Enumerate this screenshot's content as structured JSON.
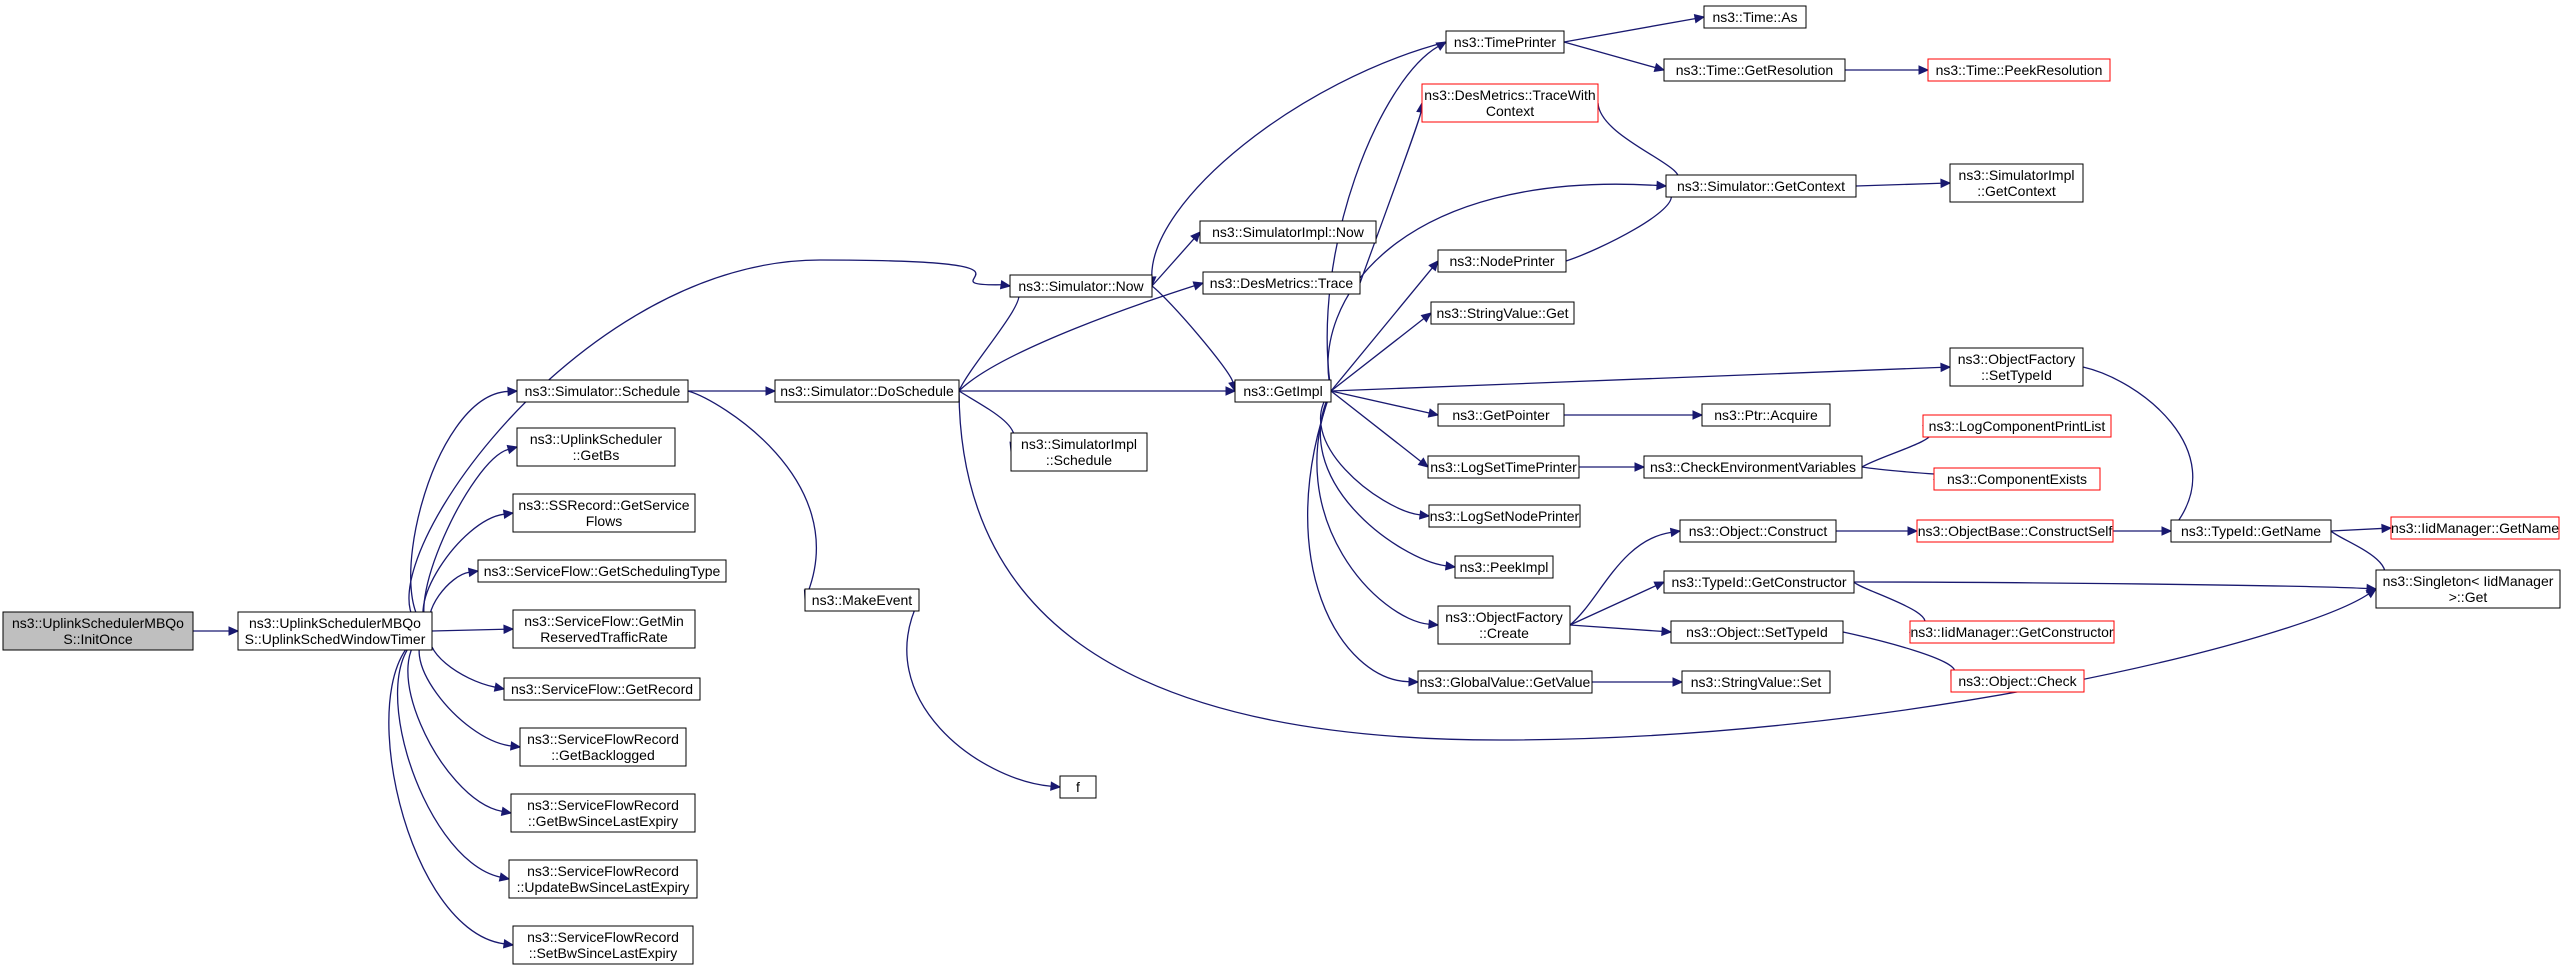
{
  "nodes": [
    {
      "id": "root",
      "lines": [
        "ns3::UplinkSchedulerMBQo",
        "S::InitOnce"
      ],
      "style": "root"
    },
    {
      "id": "timer",
      "lines": [
        "ns3::UplinkSchedulerMBQo",
        "S::UplinkSchedWindowTimer"
      ],
      "style": "normal"
    },
    {
      "id": "sched",
      "lines": [
        "ns3::Simulator::Schedule"
      ],
      "style": "normal"
    },
    {
      "id": "getbs",
      "lines": [
        "ns3::UplinkScheduler",
        "::GetBs"
      ],
      "style": "normal"
    },
    {
      "id": "ssrec",
      "lines": [
        "ns3::SSRecord::GetService",
        "Flows"
      ],
      "style": "normal"
    },
    {
      "id": "sftype",
      "lines": [
        "ns3::ServiceFlow::GetSchedulingType"
      ],
      "style": "normal"
    },
    {
      "id": "sfmin",
      "lines": [
        "ns3::ServiceFlow::GetMin",
        "ReservedTrafficRate"
      ],
      "style": "normal"
    },
    {
      "id": "sfrec",
      "lines": [
        "ns3::ServiceFlow::GetRecord"
      ],
      "style": "normal"
    },
    {
      "id": "backlog",
      "lines": [
        "ns3::ServiceFlowRecord",
        "::GetBacklogged"
      ],
      "style": "normal"
    },
    {
      "id": "getbw",
      "lines": [
        "ns3::ServiceFlowRecord",
        "::GetBwSinceLastExpiry"
      ],
      "style": "normal"
    },
    {
      "id": "updbw",
      "lines": [
        "ns3::ServiceFlowRecord",
        "::UpdateBwSinceLastExpiry"
      ],
      "style": "normal"
    },
    {
      "id": "setbw",
      "lines": [
        "ns3::ServiceFlowRecord",
        "::SetBwSinceLastExpiry"
      ],
      "style": "normal"
    },
    {
      "id": "dosched",
      "lines": [
        "ns3::Simulator::DoSchedule"
      ],
      "style": "normal"
    },
    {
      "id": "makeevent",
      "lines": [
        "ns3::MakeEvent"
      ],
      "style": "normal"
    },
    {
      "id": "f",
      "lines": [
        "f"
      ],
      "style": "normal"
    },
    {
      "id": "simnow",
      "lines": [
        "ns3::Simulator::Now"
      ],
      "style": "normal"
    },
    {
      "id": "simimplnow",
      "lines": [
        "ns3::SimulatorImpl::Now"
      ],
      "style": "normal"
    },
    {
      "id": "destrace",
      "lines": [
        "ns3::DesMetrics::Trace"
      ],
      "style": "normal"
    },
    {
      "id": "implsched",
      "lines": [
        "ns3::SimulatorImpl",
        "::Schedule"
      ],
      "style": "normal"
    },
    {
      "id": "getimpl",
      "lines": [
        "ns3::GetImpl"
      ],
      "style": "normal"
    },
    {
      "id": "timeprinter",
      "lines": [
        "ns3::TimePrinter"
      ],
      "style": "normal"
    },
    {
      "id": "timeas",
      "lines": [
        "ns3::Time::As"
      ],
      "style": "normal"
    },
    {
      "id": "timeres",
      "lines": [
        "ns3::Time::GetResolution"
      ],
      "style": "normal"
    },
    {
      "id": "peekres",
      "lines": [
        "ns3::Time::PeekResolution"
      ],
      "style": "trunc"
    },
    {
      "id": "tracectx",
      "lines": [
        "ns3::DesMetrics::TraceWith",
        "Context"
      ],
      "style": "trunc"
    },
    {
      "id": "getctx",
      "lines": [
        "ns3::Simulator::GetContext"
      ],
      "style": "normal"
    },
    {
      "id": "implctx",
      "lines": [
        "ns3::SimulatorImpl",
        "::GetContext"
      ],
      "style": "normal"
    },
    {
      "id": "nodeprinter",
      "lines": [
        "ns3::NodePrinter"
      ],
      "style": "normal"
    },
    {
      "id": "strget",
      "lines": [
        "ns3::StringValue::Get"
      ],
      "style": "normal"
    },
    {
      "id": "ofset",
      "lines": [
        "ns3::ObjectFactory",
        "::SetTypeId"
      ],
      "style": "normal"
    },
    {
      "id": "getptr",
      "lines": [
        "ns3::GetPointer"
      ],
      "style": "normal"
    },
    {
      "id": "ptracq",
      "lines": [
        "ns3::Ptr::Acquire"
      ],
      "style": "normal"
    },
    {
      "id": "logtime",
      "lines": [
        "ns3::LogSetTimePrinter"
      ],
      "style": "normal"
    },
    {
      "id": "checkenv",
      "lines": [
        "ns3::CheckEnvironmentVariables"
      ],
      "style": "normal"
    },
    {
      "id": "logcomp",
      "lines": [
        "ns3::LogComponentPrintList"
      ],
      "style": "trunc"
    },
    {
      "id": "compex",
      "lines": [
        "ns3::ComponentExists"
      ],
      "style": "trunc"
    },
    {
      "id": "lognode",
      "lines": [
        "ns3::LogSetNodePrinter"
      ],
      "style": "normal"
    },
    {
      "id": "peekimpl",
      "lines": [
        "ns3::PeekImpl"
      ],
      "style": "normal"
    },
    {
      "id": "ofcreate",
      "lines": [
        "ns3::ObjectFactory",
        "::Create"
      ],
      "style": "normal"
    },
    {
      "id": "objconst",
      "lines": [
        "ns3::Object::Construct"
      ],
      "style": "normal"
    },
    {
      "id": "constself",
      "lines": [
        "ns3::ObjectBase::ConstructSelf"
      ],
      "style": "trunc"
    },
    {
      "id": "tidname",
      "lines": [
        "ns3::TypeId::GetName"
      ],
      "style": "normal"
    },
    {
      "id": "iidname",
      "lines": [
        "ns3::IidManager::GetName"
      ],
      "style": "trunc"
    },
    {
      "id": "singleton",
      "lines": [
        "ns3::Singleton< IidManager",
        " >::Get"
      ],
      "style": "normal"
    },
    {
      "id": "tidctor",
      "lines": [
        "ns3::TypeId::GetConstructor"
      ],
      "style": "normal"
    },
    {
      "id": "iidctor",
      "lines": [
        "ns3::IidManager::GetConstructor"
      ],
      "style": "trunc"
    },
    {
      "id": "objsettid",
      "lines": [
        "ns3::Object::SetTypeId"
      ],
      "style": "normal"
    },
    {
      "id": "objcheck",
      "lines": [
        "ns3::Object::Check"
      ],
      "style": "trunc"
    },
    {
      "id": "gvget",
      "lines": [
        "ns3::GlobalValue::GetValue"
      ],
      "style": "normal"
    },
    {
      "id": "strset",
      "lines": [
        "ns3::StringValue::Set"
      ],
      "style": "normal"
    }
  ],
  "edges": [
    [
      "root",
      "timer"
    ],
    [
      "timer",
      "simnow"
    ],
    [
      "timer",
      "sched"
    ],
    [
      "timer",
      "getbs"
    ],
    [
      "timer",
      "ssrec"
    ],
    [
      "timer",
      "sftype"
    ],
    [
      "timer",
      "sfmin"
    ],
    [
      "timer",
      "sfrec"
    ],
    [
      "timer",
      "backlog"
    ],
    [
      "timer",
      "getbw"
    ],
    [
      "timer",
      "updbw"
    ],
    [
      "timer",
      "setbw"
    ],
    [
      "sched",
      "dosched"
    ],
    [
      "sched",
      "makeevent"
    ],
    [
      "makeevent",
      "f"
    ],
    [
      "dosched",
      "simnow"
    ],
    [
      "dosched",
      "destrace"
    ],
    [
      "dosched",
      "getimpl"
    ],
    [
      "dosched",
      "implsched"
    ],
    [
      "dosched",
      "singleton"
    ],
    [
      "simnow",
      "simimplnow"
    ],
    [
      "simnow",
      "getimpl"
    ],
    [
      "destrace",
      "tracectx"
    ],
    [
      "tracectx",
      "getctx"
    ],
    [
      "timeprinter",
      "simnow"
    ],
    [
      "timeprinter",
      "timeas"
    ],
    [
      "timeprinter",
      "timeres"
    ],
    [
      "timeres",
      "peekres"
    ],
    [
      "getimpl",
      "timeprinter"
    ],
    [
      "getimpl",
      "getctx"
    ],
    [
      "getimpl",
      "nodeprinter"
    ],
    [
      "getimpl",
      "strget"
    ],
    [
      "getimpl",
      "ofset"
    ],
    [
      "getimpl",
      "getptr"
    ],
    [
      "getimpl",
      "logtime"
    ],
    [
      "getimpl",
      "lognode"
    ],
    [
      "getimpl",
      "peekimpl"
    ],
    [
      "getimpl",
      "ofcreate"
    ],
    [
      "getimpl",
      "gvget"
    ],
    [
      "getctx",
      "implctx"
    ],
    [
      "nodeprinter",
      "getctx"
    ],
    [
      "getptr",
      "ptracq"
    ],
    [
      "logtime",
      "checkenv"
    ],
    [
      "checkenv",
      "logcomp"
    ],
    [
      "checkenv",
      "compex"
    ],
    [
      "ofset",
      "tidname"
    ],
    [
      "ofcreate",
      "objconst"
    ],
    [
      "ofcreate",
      "tidctor"
    ],
    [
      "ofcreate",
      "objsettid"
    ],
    [
      "objconst",
      "constself"
    ],
    [
      "constself",
      "tidname"
    ],
    [
      "tidname",
      "iidname"
    ],
    [
      "tidname",
      "singleton"
    ],
    [
      "tidctor",
      "iidctor"
    ],
    [
      "tidctor",
      "singleton"
    ],
    [
      "objsettid",
      "objcheck"
    ],
    [
      "gvget",
      "strset"
    ]
  ],
  "colors": {
    "edge": "#191970",
    "root_fill": "#bfbfbf",
    "truncated_border": "#ff0000"
  }
}
